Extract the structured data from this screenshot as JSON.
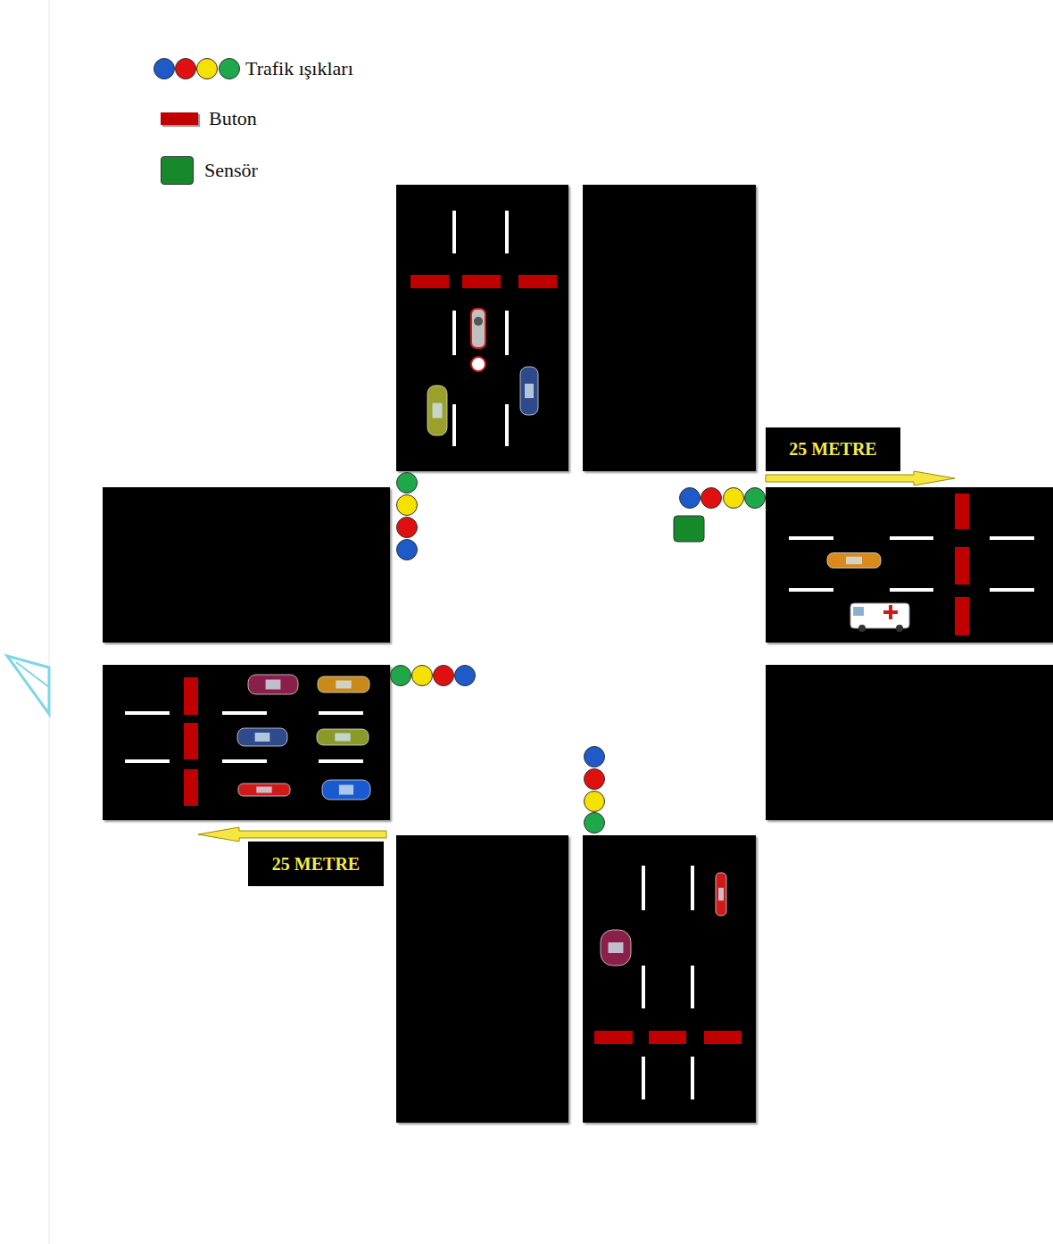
{
  "diagram": {
    "nodes": [
      {
        "text": [
          "25 METRE"
        ]
      },
      {
        "text": [
          "25 METRE"
        ]
      }
    ],
    "legend": [
      {
        "text": "Trafik ışıkları"
      },
      {
        "text": "Buton",
        "color": "#c00000"
      },
      {
        "text": "Sensör",
        "color": "#168a2a"
      }
    ]
  }
}
